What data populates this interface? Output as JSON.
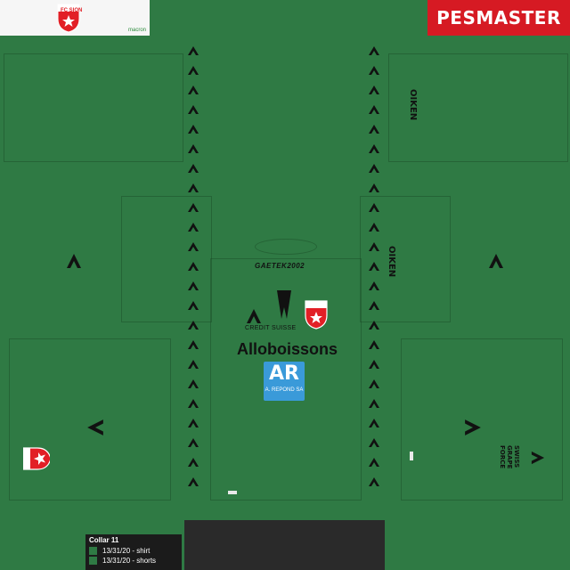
{
  "header": {
    "club_logo_text": "FC SION",
    "brand_mini": "macron",
    "watermark": "PESMASTER"
  },
  "shirt": {
    "signature": "GAETEK2002",
    "sponsor_main": "Alloboissons",
    "sponsor_bank": "CREDIT SUISSE",
    "sleeve_sponsor": "OIKEN",
    "badge_text": "A. REPOND SA",
    "badge_logo": "AR"
  },
  "shorts": {
    "sponsor": "SWISS GRAPE FORCE"
  },
  "collar_panel": {
    "title": "Collar 11",
    "items": [
      {
        "label": "13/31/20 - shirt",
        "color": "#2f7a44"
      },
      {
        "label": "13/31/20 - shorts",
        "color": "#2f7a44"
      }
    ]
  },
  "colors": {
    "kit_green": "#2f7a44",
    "brand_red": "#d61a23",
    "badge_blue": "#3a9ad9"
  }
}
